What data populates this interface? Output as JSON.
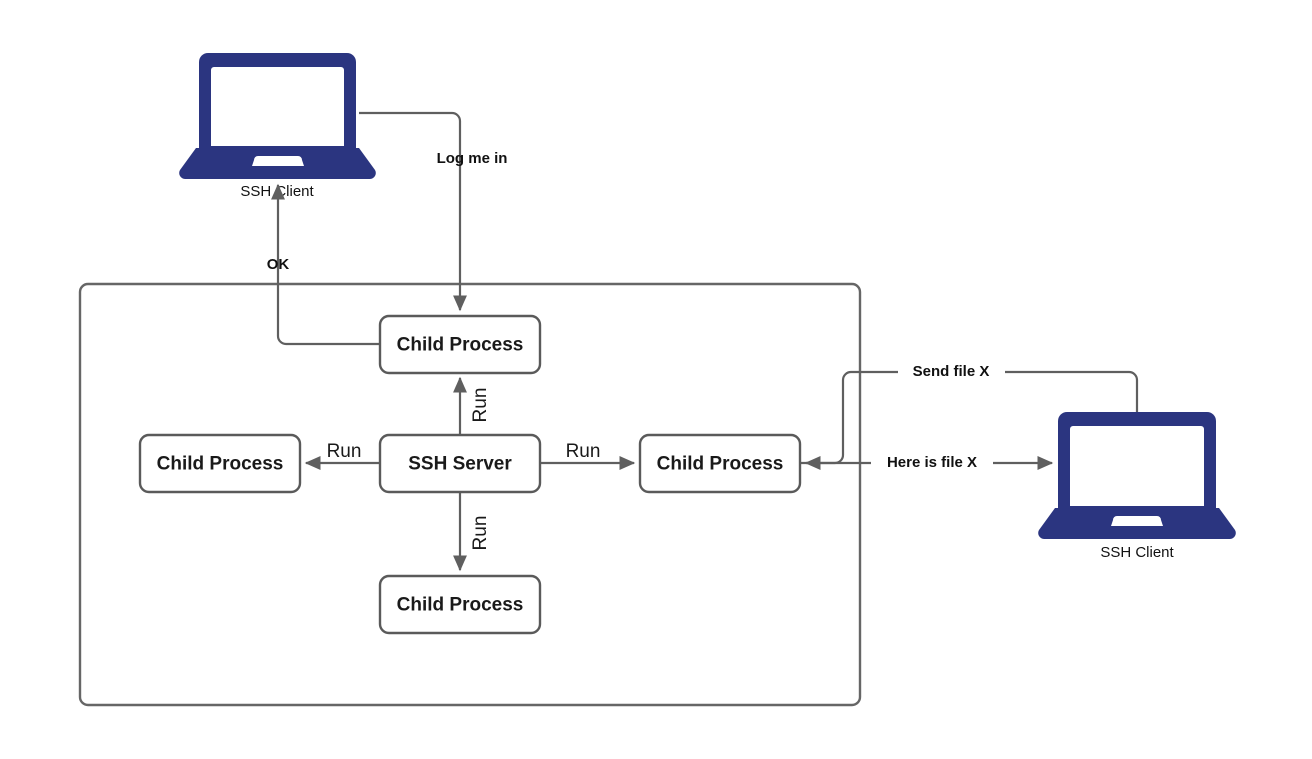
{
  "diagram": {
    "title": "SSH Server and Child Processes",
    "colors": {
      "device_navy": "#2b3580",
      "box_border": "#5a5a5a",
      "connector": "#5f5f5f",
      "text": "#1a1a1a",
      "container_border": "#666666",
      "background": "#ffffff"
    }
  },
  "devices": [
    {
      "id": "client-top",
      "icon": "laptop-icon",
      "caption": "SSH Client"
    },
    {
      "id": "client-right",
      "icon": "laptop-icon",
      "caption": "SSH Client"
    }
  ],
  "container": {
    "label": ""
  },
  "nodes": [
    {
      "id": "child-top",
      "label": "Child Process"
    },
    {
      "id": "child-left",
      "label": "Child Process"
    },
    {
      "id": "server",
      "label": "SSH Server"
    },
    {
      "id": "child-right",
      "label": "Child Process"
    },
    {
      "id": "child-bottom",
      "label": "Child Process"
    }
  ],
  "edges": [
    {
      "id": "login",
      "label": "Log me in",
      "from": "client-top",
      "to": "child-top",
      "style": "bold"
    },
    {
      "id": "ok",
      "label": "OK",
      "from": "child-top",
      "to": "client-top",
      "style": "bold"
    },
    {
      "id": "run-up",
      "label": "Run",
      "from": "server",
      "to": "child-top",
      "style": "plain"
    },
    {
      "id": "run-left",
      "label": "Run",
      "from": "server",
      "to": "child-left",
      "style": "plain"
    },
    {
      "id": "run-right",
      "label": "Run",
      "from": "server",
      "to": "child-right",
      "style": "plain"
    },
    {
      "id": "run-down",
      "label": "Run",
      "from": "server",
      "to": "child-bottom",
      "style": "plain"
    },
    {
      "id": "send-file",
      "label": "Send file X",
      "from": "client-right",
      "to": "child-right",
      "style": "bold"
    },
    {
      "id": "here-is-file",
      "label": "Here is file X",
      "from": "child-right",
      "to": "client-right",
      "style": "bold"
    }
  ]
}
